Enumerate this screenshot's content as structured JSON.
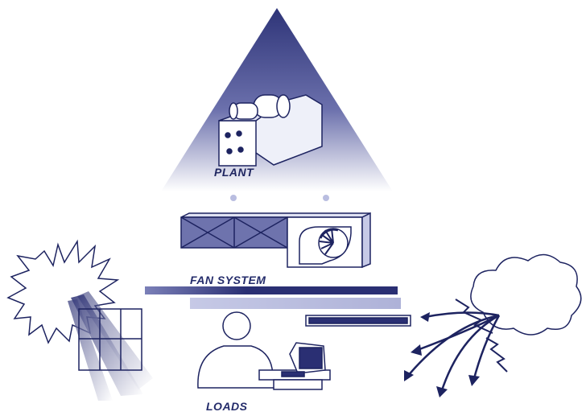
{
  "labels": {
    "plant": "PLANT",
    "fan_system": "FAN SYSTEM",
    "loads": "LOADS"
  },
  "colors": {
    "navy": "#2a2f73",
    "triangle_top": "#2e3478",
    "triangle_bottom": "#ffffff",
    "lavender": "#b9bde0",
    "outline": "#1d2360"
  },
  "icons": [
    "chiller-icon",
    "air-handler-icon",
    "fan-icon",
    "sun-icon",
    "window-icon",
    "cloud-icon",
    "lightning-icon",
    "person-at-computer-icon",
    "light-fixture-icon"
  ]
}
